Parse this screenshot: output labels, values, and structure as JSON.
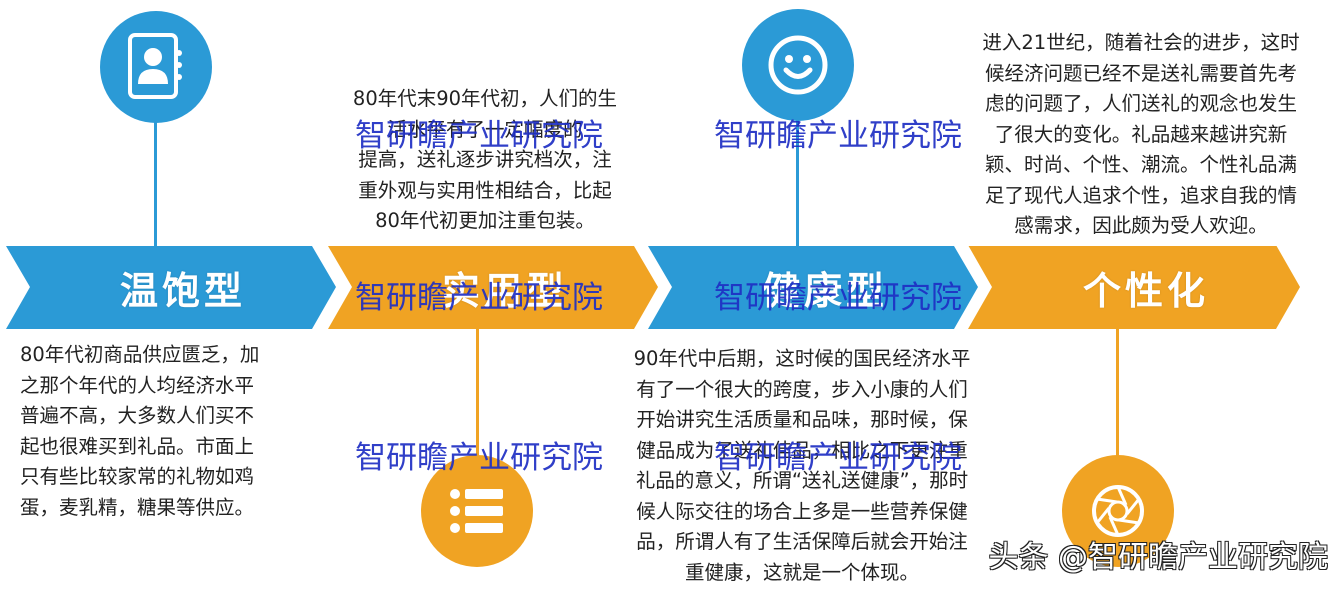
{
  "colors": {
    "blue": "#2b9ad6",
    "orange": "#f0a323",
    "watermark": "#1f2fc4"
  },
  "stages": [
    {
      "label": "温饱型",
      "color": "blue",
      "icon": "contact-book-icon",
      "description": [
        "80年代初商品供应匮乏，加",
        "之那个年代的人均经济水平",
        "普遍不高，大多数人们买不",
        "起也很难买到礼品。市面上",
        "只有些比较家常的礼物如鸡",
        "蛋，麦乳精，糖果等供应。"
      ]
    },
    {
      "label": "实用型",
      "color": "orange",
      "icon": "list-icon",
      "description": [
        "80年代末90年代初，人们的生",
        "活水平有了一定幅度的",
        "提高，送礼逐步讲究档次，注",
        "重外观与实用性相结合，比起",
        "80年代初更加注重包装。"
      ]
    },
    {
      "label": "健康型",
      "color": "blue",
      "icon": "smiley-face-icon",
      "description": [
        "90年代中后期，这时候的国民经济水平",
        "有了一个很大的跨度，步入小康的人们",
        "开始讲究生活质量和品味，那时候，保",
        "健品成为了送礼佳品，相比之下更注重",
        "礼品的意义，所谓“送礼送健康”，那时",
        "候人际交往的场合上多是一些营养保健",
        "品，所谓人有了生活保障后就会开始注",
        "重健康，这就是一个体现。"
      ]
    },
    {
      "label": "个性化",
      "color": "orange",
      "icon": "camera-aperture-icon",
      "description": [
        "进入21世纪，随着社会的进步，这时",
        "候经济问题已经不是送礼需要首先考",
        "虑的问题了，人们送礼的观念也发生",
        "了很大的变化。礼品越来越讲究新",
        "颖、时尚、个性、潮流。个性礼品满",
        "足了现代人追求个性，追求自我的情",
        "感需求，因此颇为受人欢迎。"
      ]
    }
  ],
  "watermark": "智研瞻产业研究院",
  "credit": "头条 @智研瞻产业研究院"
}
